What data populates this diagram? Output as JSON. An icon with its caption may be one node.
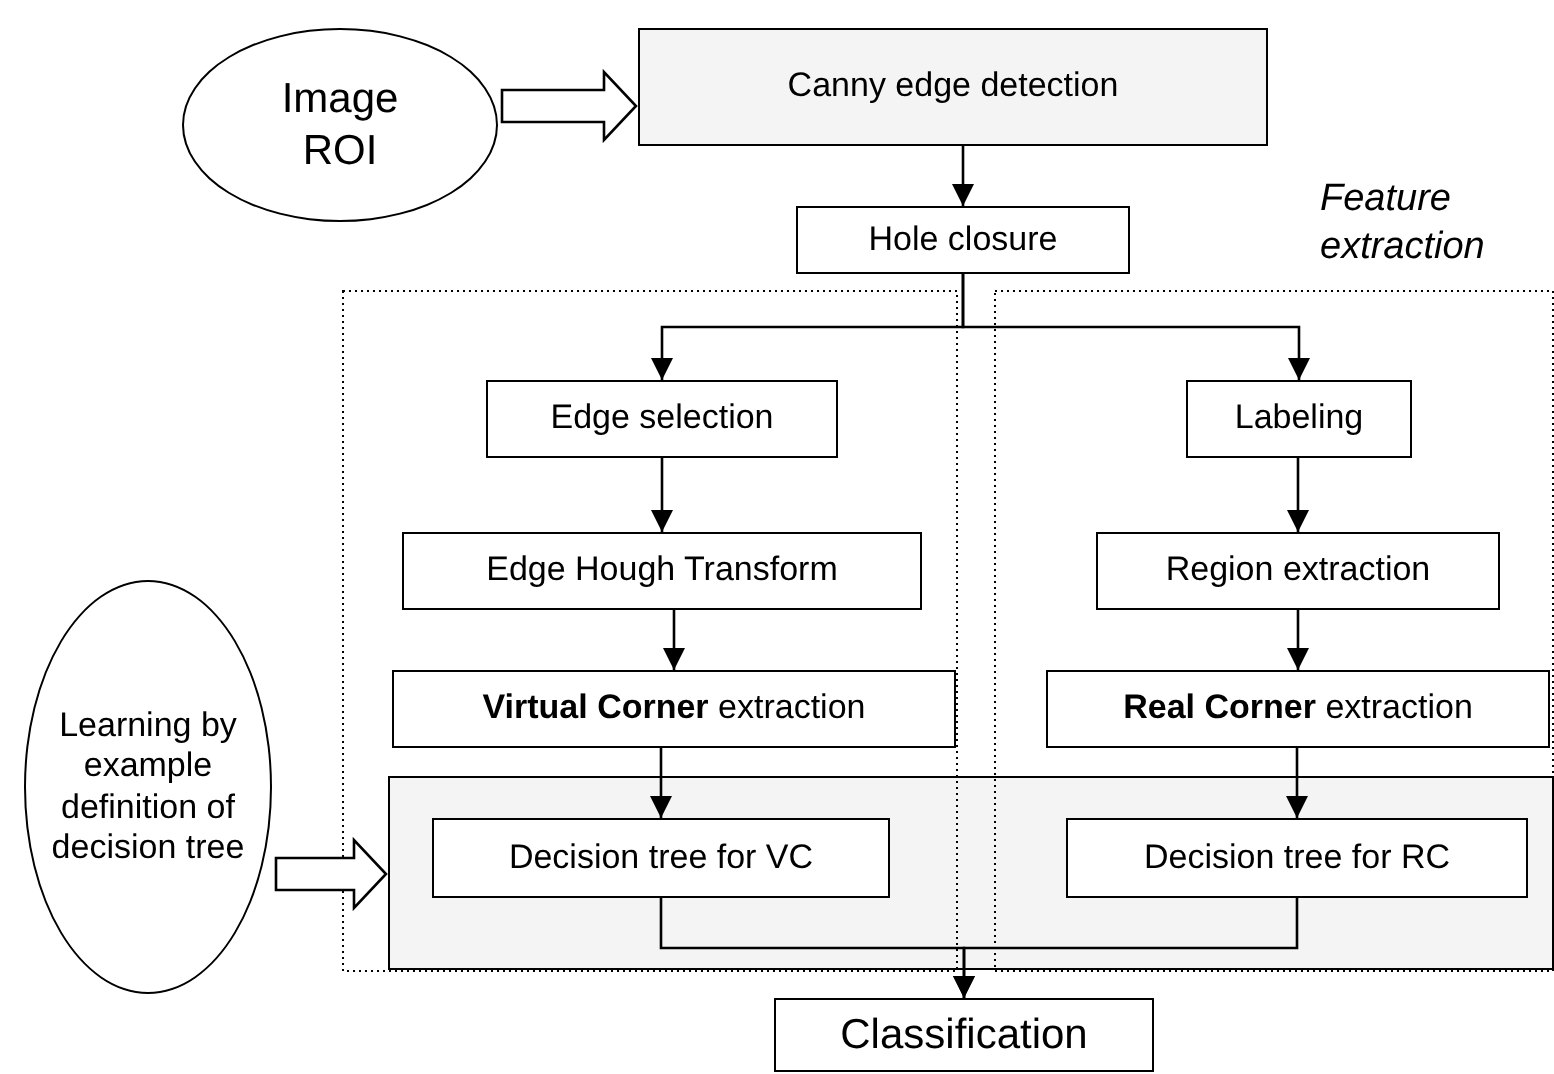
{
  "diagram": {
    "nodes": [
      {
        "text": [
          "Image ROI"
        ]
      },
      {
        "text": [
          "Canny edge detection"
        ]
      },
      {
        "text": [
          "Hole closure"
        ]
      },
      {
        "text": [
          "Edge selection"
        ]
      },
      {
        "text": [
          "Edge Hough Transform"
        ]
      },
      {
        "text": [
          "**Virtual Corner** extraction"
        ]
      },
      {
        "text": [
          "Labeling"
        ]
      },
      {
        "text": [
          "Region extraction"
        ]
      },
      {
        "text": [
          "**Real Corner** extraction"
        ]
      },
      {
        "text": [],
        "shape": "box"
      },
      {
        "text": [
          "Decision tree for VC"
        ],
        "in": 9
      },
      {
        "text": [
          "Decision tree for RC"
        ],
        "in": 9
      },
      {
        "text": [
          "Classification"
        ]
      },
      {
        "text": [
          "Learning by example definition of decision tree"
        ]
      }
    ],
    "edges": [
      {
        "from": 0,
        "to": 1,
        "arrow": "to",
        "style": "thick"
      },
      {
        "from": 1,
        "to": 2,
        "arrow": "to"
      },
      {
        "from": 2,
        "to": 3,
        "arrow": "to"
      },
      {
        "from": 2,
        "to": 6,
        "arrow": "to"
      },
      {
        "from": 3,
        "to": 4,
        "arrow": "to"
      },
      {
        "from": 4,
        "to": 5,
        "arrow": "to"
      },
      {
        "from": 6,
        "to": 7,
        "arrow": "to"
      },
      {
        "from": 7,
        "to": 8,
        "arrow": "to"
      },
      {
        "from": 5,
        "to": 10,
        "arrow": "to"
      },
      {
        "from": 8,
        "to": 11,
        "arrow": "to"
      },
      {
        "from": 10,
        "to": 12,
        "arrow": "to"
      },
      {
        "from": 11,
        "to": 12,
        "arrow": "to"
      },
      {
        "from": 13,
        "to": 9,
        "arrow": "to",
        "style": "thick"
      }
    ],
    "labels": [
      "Feature extraction"
    ]
  }
}
